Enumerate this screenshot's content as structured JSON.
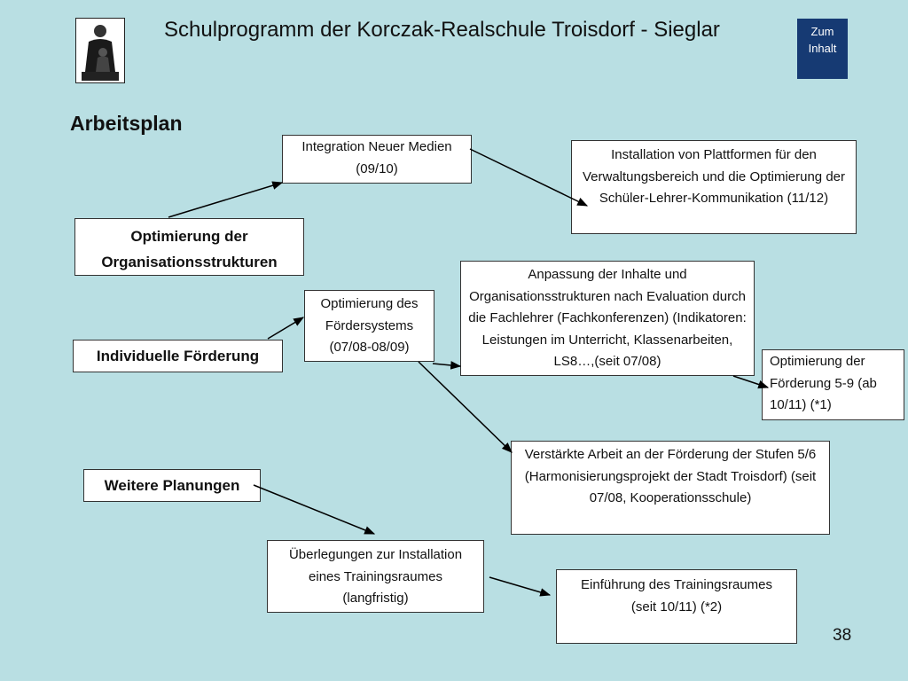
{
  "header": {
    "title": "Schulprogramm der Korczak-Realschule Troisdorf - Sieglar",
    "nav_button_label": "Zum Inhalt",
    "logo_icon": "portrait-photo-icon"
  },
  "heading": "Arbeitsplan",
  "boxes": {
    "optimierung_org": "Optimierung der Organisationsstrukturen",
    "integration_medien": "Integration Neuer Medien (09/10)",
    "installation_plattformen": "Installation von Plattformen für den Verwaltungsbereich und die Optimierung der Schüler-Lehrer-Kommunikation (11/12)",
    "individuelle_foerderung": "Individuelle Förderung",
    "optimierung_foerdersystem": "Optimierung des Fördersystems (07/08-08/09)",
    "anpassung_inhalte": "Anpassung der Inhalte und Organisationsstrukturen nach Evaluation durch die Fachlehrer (Fachkonferenzen) (Indikatoren: Leistungen im Unterricht, Klassenarbeiten, LS8…,(seit 07/08)",
    "optimierung_foerderung_5_9": "Optimierung der Förderung 5-9 (ab 10/11) (*1)",
    "verstaerkte_arbeit": "Verstärkte Arbeit an der Förderung der Stufen 5/6 (Harmonisierungsprojekt der Stadt Troisdorf) (seit 07/08, Kooperationsschule)",
    "weitere_planungen": "Weitere Planungen",
    "ueberlegungen_trainingsraum": "Überlegungen zur Installation eines Trainingsraumes (langfristig)",
    "einfuehrung_trainingsraum": "Einführung des Trainingsraumes (seit 10/11) (*2)"
  },
  "page_number": "38"
}
